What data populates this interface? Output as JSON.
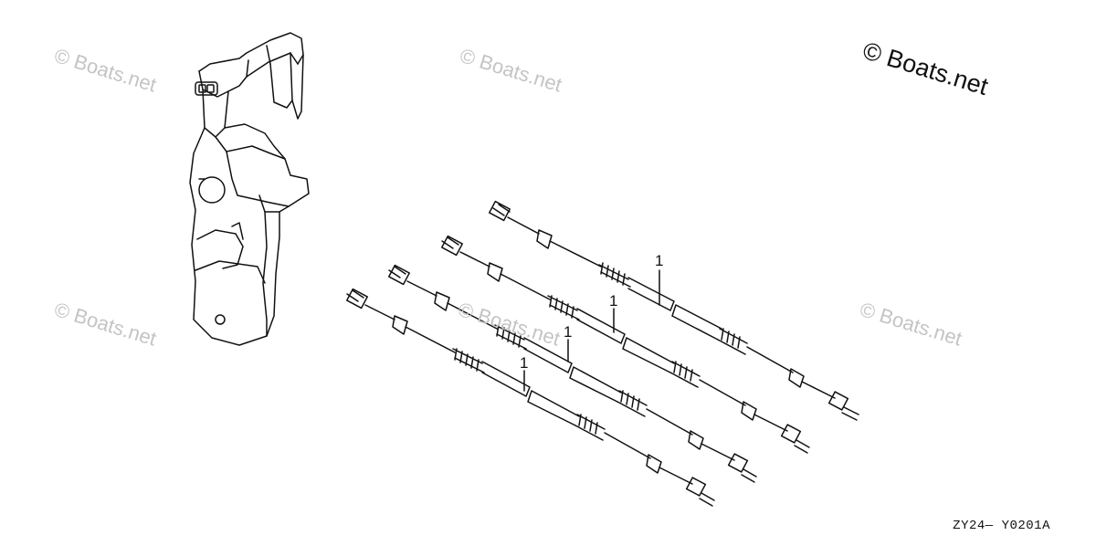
{
  "watermarks": {
    "main": "© Boats.net",
    "faint": "© Boats.net"
  },
  "callouts": [
    "1",
    "1",
    "1",
    "1"
  ],
  "diagram_code": "ZY24— Y0201A",
  "parts": {
    "control_box": "remote-control-box",
    "cables": [
      "control-cable",
      "control-cable",
      "control-cable",
      "control-cable"
    ]
  }
}
